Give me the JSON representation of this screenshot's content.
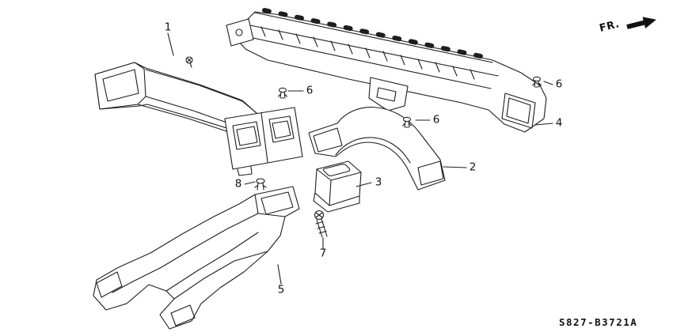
{
  "diagram": {
    "direction_label": "FR.",
    "part_code": "S827-B3721A",
    "callouts": [
      {
        "num": "1"
      },
      {
        "num": "6"
      },
      {
        "num": "6"
      },
      {
        "num": "6"
      },
      {
        "num": "4"
      },
      {
        "num": "2"
      },
      {
        "num": "3"
      },
      {
        "num": "8"
      },
      {
        "num": "7"
      },
      {
        "num": "5"
      }
    ]
  }
}
